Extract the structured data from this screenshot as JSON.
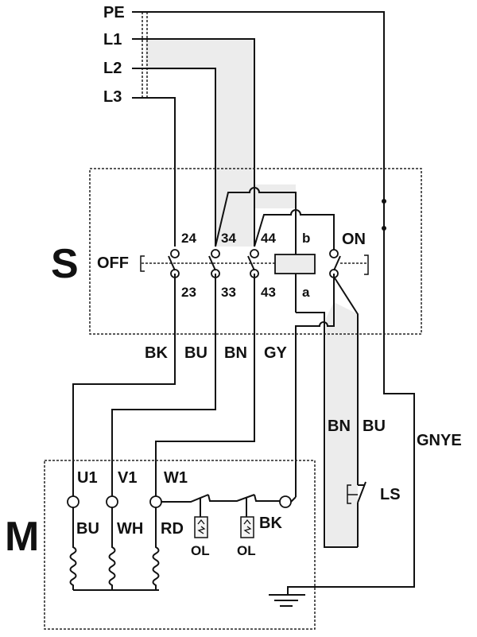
{
  "diagram": {
    "type": "electrical wiring diagram",
    "supply_labels": [
      "PE",
      "L1",
      "L2",
      "L3"
    ],
    "switch": {
      "label": "S",
      "off_label": "OFF",
      "on_label": "ON",
      "terminals_top": [
        "24",
        "34",
        "44"
      ],
      "terminals_bottom": [
        "23",
        "33",
        "43"
      ],
      "coil_top_label": "b",
      "coil_bottom_label": "a"
    },
    "switch_outputs": [
      "BK",
      "BU",
      "BN",
      "GY"
    ],
    "limit_switch": {
      "label": "LS",
      "wires": [
        "BN",
        "BU"
      ]
    },
    "ground_wire": "GNYE",
    "motor": {
      "label": "M",
      "terminals": [
        "U1",
        "V1",
        "W1"
      ],
      "winding_colors": [
        "BU",
        "WH",
        "RD"
      ],
      "overload_labels": [
        "OL",
        "OL"
      ],
      "overload_output": "BK"
    },
    "colors": {
      "line": "#111111",
      "shade": "#ececec",
      "background": "#ffffff"
    }
  }
}
